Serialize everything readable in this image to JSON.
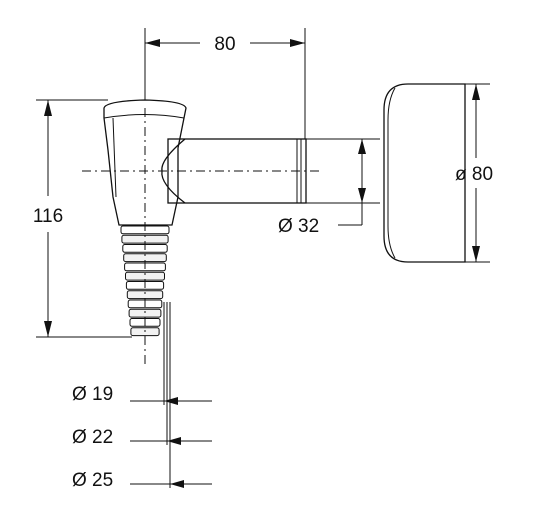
{
  "dimensions": {
    "width_top": "80",
    "height_left": "116",
    "pipe_diameter": "Ø 32",
    "rosette_diameter": "ø 80",
    "hose_d19": "Ø 19",
    "hose_d22": "Ø 22",
    "hose_d25": "Ø 25"
  },
  "colors": {
    "line": "#111111",
    "body_fill": "#ffffff",
    "shade": "#c8c8c8"
  }
}
